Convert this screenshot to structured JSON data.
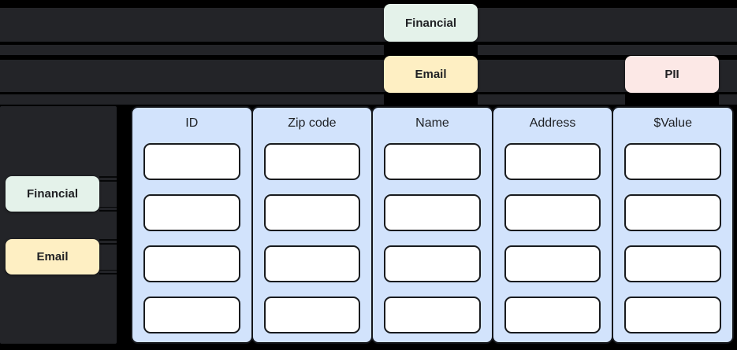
{
  "colors": {
    "background": "#000000",
    "band": "#232428",
    "legend_panel": "#232428",
    "column_fill": "#d2e3fc",
    "cell_fill": "#ffffff",
    "tag_financial": "#e4f2ea",
    "tag_email": "#feefc3",
    "tag_pii": "#fce8e6",
    "text_dark": "#202124"
  },
  "top_lanes": {
    "lane1_tags": [
      {
        "label": "Financial",
        "type": "financial"
      }
    ],
    "lane2_tags": [
      {
        "label": "Email",
        "type": "email"
      },
      {
        "label": "PII",
        "type": "pii"
      }
    ]
  },
  "legend": {
    "tags": [
      {
        "label": "Financial",
        "type": "financial"
      },
      {
        "label": "Email",
        "type": "email"
      }
    ]
  },
  "table": {
    "columns": [
      {
        "header": "ID",
        "cells": [
          "",
          "",
          "",
          ""
        ]
      },
      {
        "header": "Zip code",
        "cells": [
          "",
          "",
          "",
          ""
        ]
      },
      {
        "header": "Name",
        "cells": [
          "",
          "",
          "",
          ""
        ]
      },
      {
        "header": "Address",
        "cells": [
          "",
          "",
          "",
          ""
        ]
      },
      {
        "header": "$Value",
        "cells": [
          "",
          "",
          "",
          ""
        ]
      }
    ]
  }
}
